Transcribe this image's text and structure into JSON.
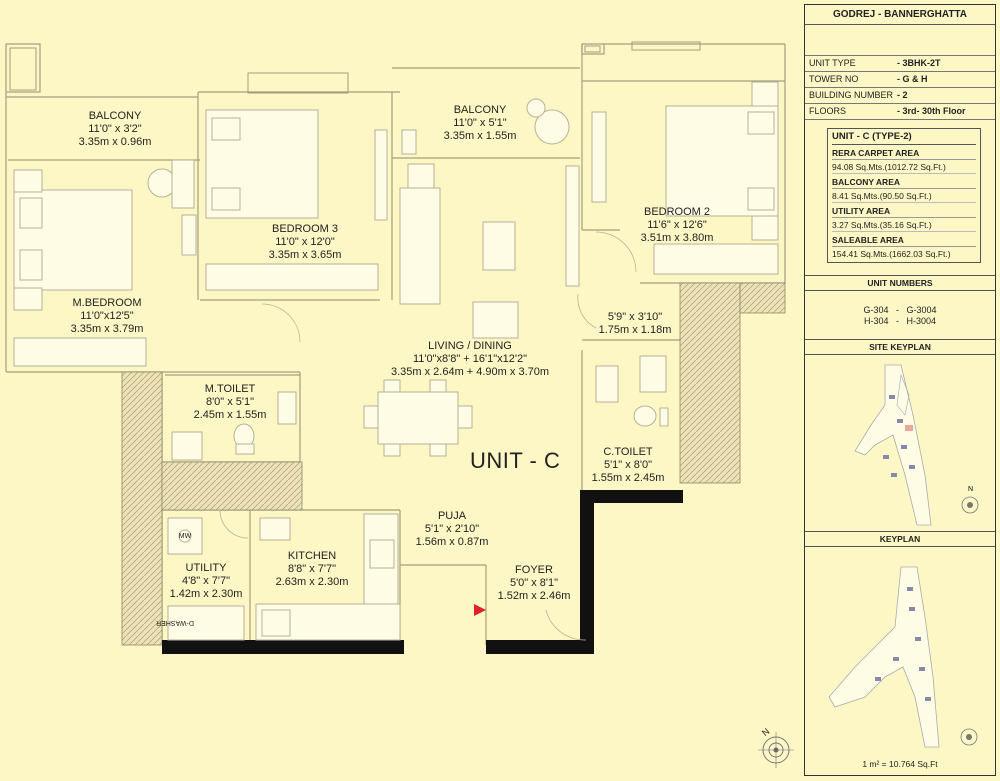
{
  "rooms": [
    {
      "id": "balcony-1",
      "name": "BALCONY",
      "dim1": "11'0\" x 3'2\"",
      "dim2": "3.35m x 0.96m"
    },
    {
      "id": "balcony-2",
      "name": "BALCONY",
      "dim1": "11'0\" x 5'1\"",
      "dim2": "3.35m x 1.55m"
    },
    {
      "id": "bedroom-3",
      "name": "BEDROOM 3",
      "dim1": "11'0\" x 12'0\"",
      "dim2": "3.35m x 3.65m"
    },
    {
      "id": "bedroom-2",
      "name": "BEDROOM 2",
      "dim1": "11'6\" x 12'6\"",
      "dim2": "3.51m x 3.80m"
    },
    {
      "id": "m-bedroom",
      "name": "M.BEDROOM",
      "dim1": "11'0\"x12'5\"",
      "dim2": "3.35m x 3.79m"
    },
    {
      "id": "passage",
      "name": "",
      "dim1": "5'9\" x 3'10\"",
      "dim2": "1.75m x 1.18m"
    },
    {
      "id": "living-dining",
      "name": "LIVING / DINING",
      "dim1": "11'0\"x8'8\" + 16'1\"x12'2\"",
      "dim2": "3.35m x 2.64m + 4.90m x 3.70m"
    },
    {
      "id": "m-toilet",
      "name": "M.TOILET",
      "dim1": "8'0\" x 5'1\"",
      "dim2": "2.45m x 1.55m"
    },
    {
      "id": "c-toilet",
      "name": "C.TOILET",
      "dim1": "5'1\" x 8'0\"",
      "dim2": "1.55m x 2.45m"
    },
    {
      "id": "puja",
      "name": "PUJA",
      "dim1": "5'1\" x 2'10\"",
      "dim2": "1.56m x 0.87m"
    },
    {
      "id": "kitchen",
      "name": "KITCHEN",
      "dim1": "8'8\" x 7'7\"",
      "dim2": "2.63m x 2.30m"
    },
    {
      "id": "utility",
      "name": "UTILITY",
      "dim1": "4'8\" x 7'7\"",
      "dim2": "1.42m x 2.30m"
    },
    {
      "id": "foyer",
      "name": "FOYER",
      "dim1": "5'0\" x 8'1\"",
      "dim2": "1.52m x 2.46m"
    }
  ],
  "plan_title": "UNIT - C",
  "appliances": {
    "mw": "MW",
    "washer": "D-WASHER"
  },
  "panel": {
    "title": "GODREJ - BANNERGHATTA",
    "info": [
      {
        "k": "UNIT TYPE",
        "v": "- 3BHK-2T"
      },
      {
        "k": "TOWER NO",
        "v": "- G & H"
      },
      {
        "k": "BUILDING NUMBER",
        "v": "- 2"
      },
      {
        "k": "FLOORS",
        "v": "- 3rd- 30th Floor"
      }
    ],
    "unit_heading": "UNIT - C  (TYPE-2)",
    "areas": [
      {
        "k": "RERA CARPET AREA",
        "v": "94.08 Sq.Mts.(1012.72 Sq.Ft.)"
      },
      {
        "k": "BALCONY AREA",
        "v": "8.41 Sq.Mts.(90.50 Sq.Ft.)"
      },
      {
        "k": "UTILITY AREA",
        "v": "3.27 Sq.Mts.(35.16 Sq.Ft.)"
      },
      {
        "k": "SALEABLE AREA",
        "v": "154.41 Sq.Mts.(1662.03 Sq.Ft.)"
      }
    ],
    "unit_numbers_title": "UNIT NUMBERS",
    "unit_numbers": [
      "G-304   -   G-3004",
      "H-304   -   H-3004"
    ],
    "site_keyplan_title": "SITE KEYPLAN",
    "keyplan_title": "KEYPLAN",
    "north": "N",
    "footnote": "1 m² = 10.764 Sq.Ft"
  }
}
